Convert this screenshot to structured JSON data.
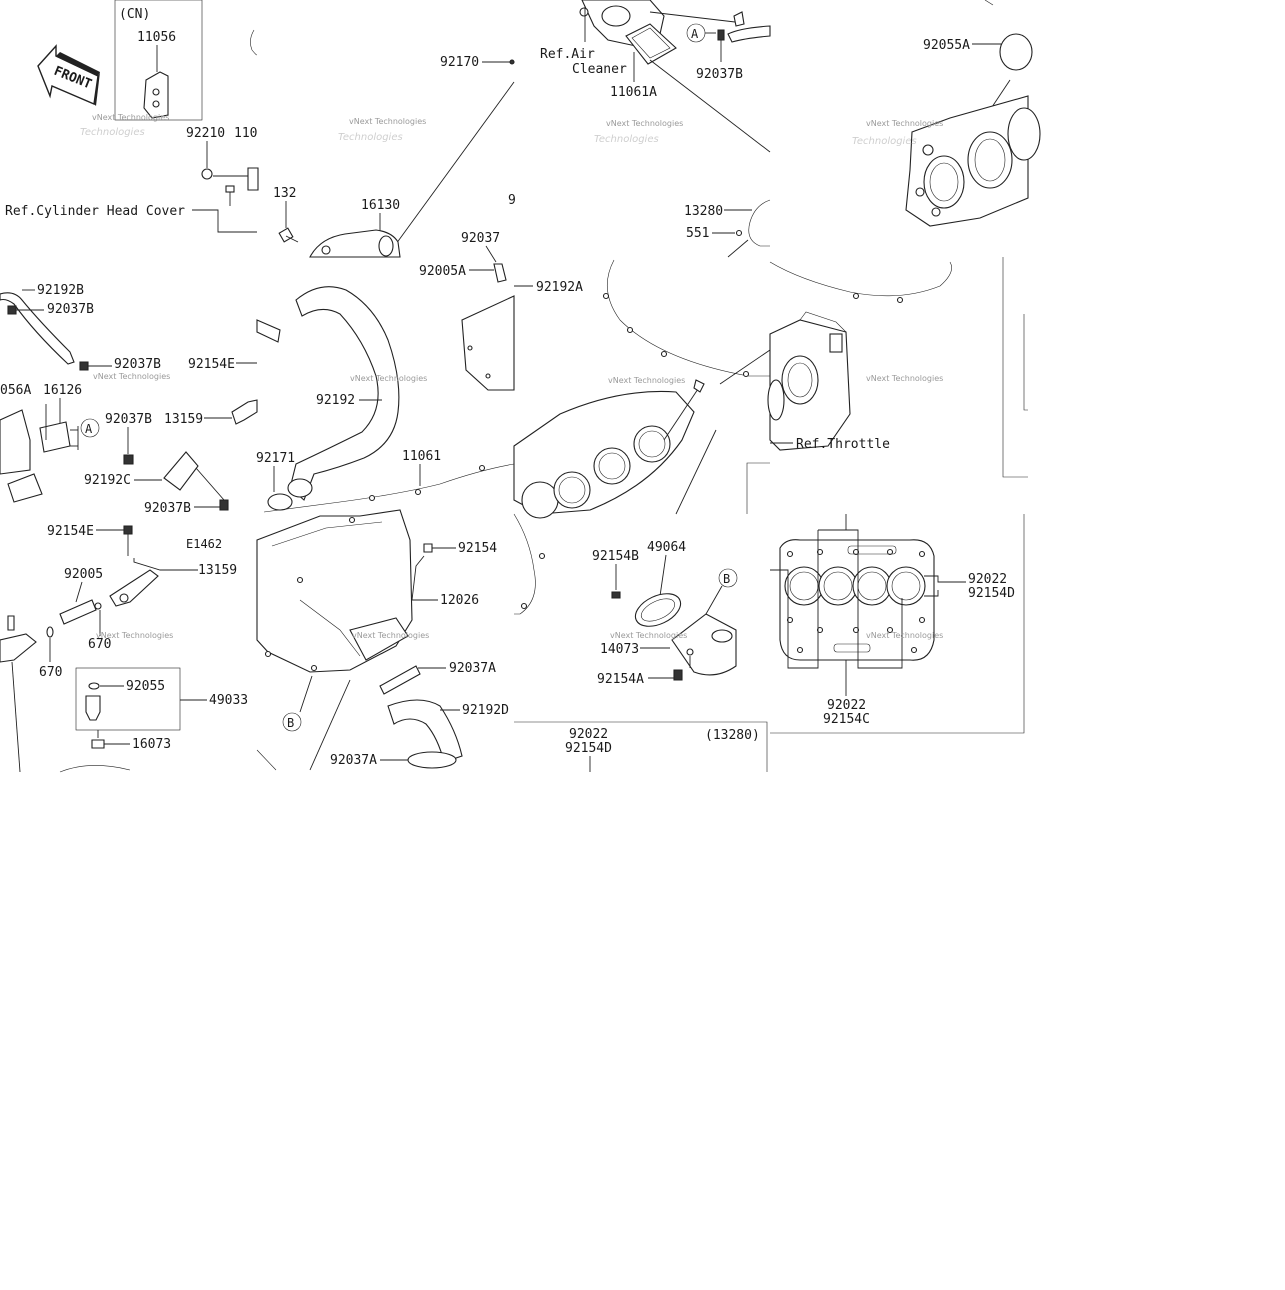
{
  "labels": {
    "cn": "(CN)",
    "p11056": "11056",
    "front": "FRONT",
    "p92210": "92210",
    "p110": "110",
    "ref_cylinder_head_cover": "Ref.Cylinder Head Cover",
    "p92170": "92170",
    "p132": "132",
    "p16130": "16130",
    "p9": "9",
    "ref_air": "Ref.Air",
    "cleaner": "Cleaner",
    "p11061A": "11061A",
    "callout_a": "A",
    "p92037B_top": "92037B",
    "p13280": "13280",
    "p551": "551",
    "p92037": "92037",
    "p92005A": "92005A",
    "p92192A": "92192A",
    "p92055A": "92055A",
    "p92192B": "92192B",
    "p92037B_1": "92037B",
    "p92037B_2": "92037B",
    "p56A": "056A",
    "p16126": "16126",
    "p92037B_3": "92037B",
    "p13159_1": "13159",
    "p92192C": "92192C",
    "p92037B_4": "92037B",
    "p92154E_1": "92154E",
    "p92192": "92192",
    "p92171": "92171",
    "p11061": "11061",
    "ref_throttle": "Ref.Throttle",
    "p92154E_2": "92154E",
    "e1462": "E1462",
    "p92005": "92005",
    "p13159_2": "13159",
    "p670_1": "670",
    "p670_2": "670",
    "p92055": "92055",
    "p49033": "49033",
    "p16073": "16073",
    "p92154": "92154",
    "p12026": "12026",
    "callout_b": "B",
    "p92037A_1": "92037A",
    "p92192D": "92192D",
    "p92037A_2": "92037A",
    "p92154B": "92154B",
    "p49064": "49064",
    "p14073": "14073",
    "p92154A": "92154A",
    "p92022_r": "92022",
    "p92154D_r": "92154D",
    "p92022_b": "92022",
    "p92154C": "92154C",
    "p92022_c": "92022",
    "p92154D_c": "92154D",
    "p13280_paren": "(13280)"
  },
  "watermark": {
    "line1": "vNext Technologies",
    "line2": "Technologies"
  }
}
